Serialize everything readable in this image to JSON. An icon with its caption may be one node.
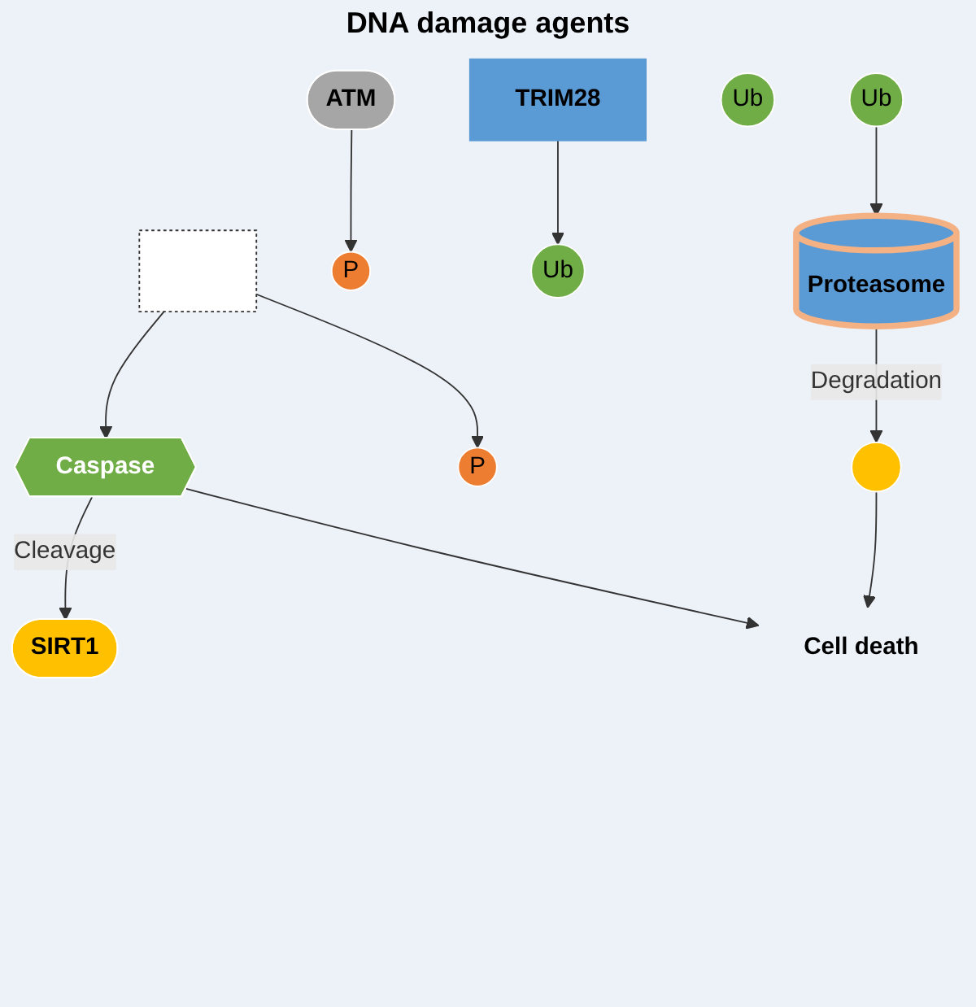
{
  "diagram": {
    "nodes": [
      {
        "text": [],
        "shape": "box"
      },
      {
        "text": [
          "Caspase"
        ]
      },
      {
        "text": [
          "P"
        ]
      },
      {
        "text": [
          "ATM"
        ]
      },
      {
        "text": [
          "P"
        ]
      },
      {
        "text": [
          "TRIM28"
        ]
      },
      {
        "text": [
          "SIRT1"
        ]
      },
      {
        "text": [
          "Ub"
        ]
      },
      {
        "text": [
          "Ub"
        ]
      },
      {
        "text": [
          "Ub"
        ]
      },
      {
        "text": [
          "Proteasome"
        ]
      },
      {
        "text": [],
        "shape": "circle"
      },
      {
        "text": [
          "Cell death"
        ]
      }
    ],
    "edges": [
      {
        "from": 0,
        "to": 1,
        "arrow": "to"
      },
      {
        "from": 0,
        "to": 2,
        "arrow": "to"
      },
      {
        "from": 3,
        "to": 4,
        "arrow": "to"
      },
      {
        "from": 1,
        "to": 6,
        "label": "Cleavage",
        "arrow": "to"
      },
      {
        "from": 5,
        "to": 9,
        "arrow": "to"
      },
      {
        "from": 8,
        "to": 10,
        "arrow": "to"
      },
      {
        "from": 1,
        "to": 12,
        "arrow": "to"
      },
      {
        "from": 10,
        "to": 11,
        "label": "Degradation",
        "arrow": "to"
      },
      {
        "from": 11,
        "to": 12,
        "arrow": "to"
      }
    ],
    "labels": [
      "DNA damage agents"
    ]
  }
}
